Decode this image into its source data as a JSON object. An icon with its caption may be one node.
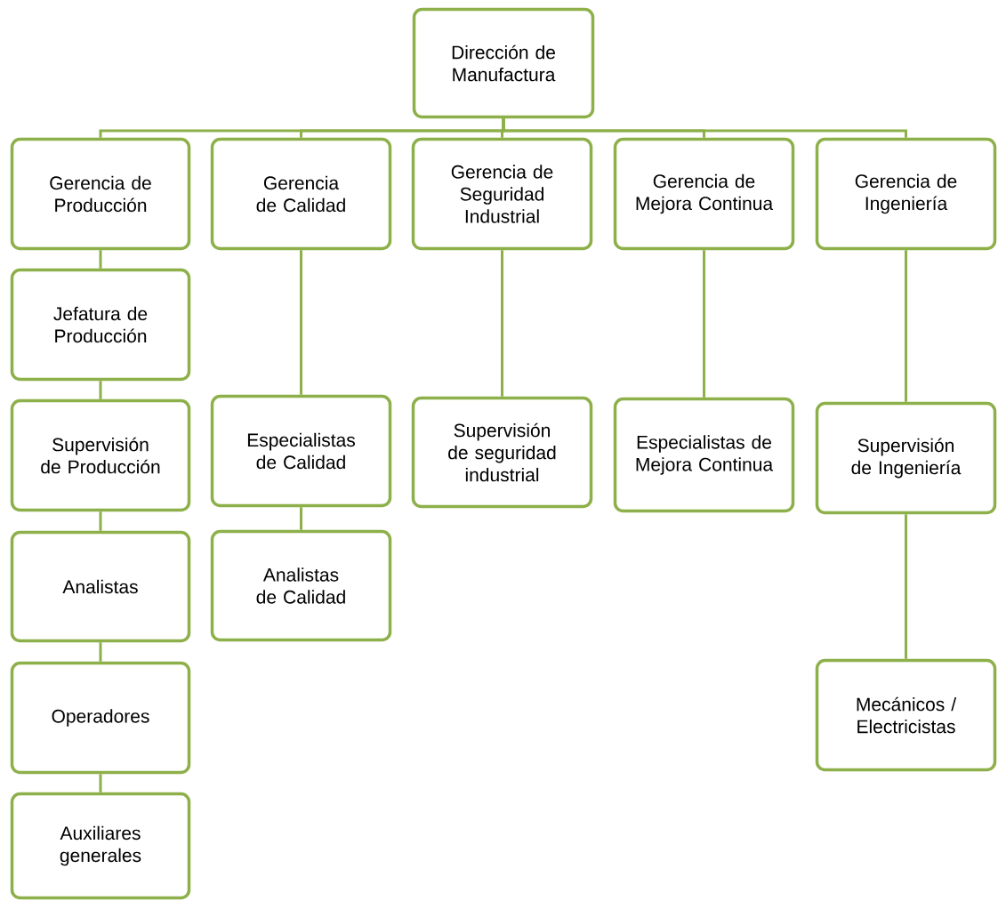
{
  "diagram": {
    "nodes": [
      {
        "text": [
          "Dirección de Manufactura"
        ]
      },
      {
        "text": [
          "Gerencia de Producción"
        ]
      },
      {
        "text": [
          "Gerencia de Calidad"
        ]
      },
      {
        "text": [
          "Gerencia de Seguridad Industrial"
        ]
      },
      {
        "text": [
          "Gerencia de Mejora Continua"
        ]
      },
      {
        "text": [
          "Gerencia de Ingeniería"
        ]
      },
      {
        "text": [
          "Jefatura de Producción"
        ]
      },
      {
        "text": [
          "Supervisión de Producción"
        ]
      },
      {
        "text": [
          "Analistas"
        ]
      },
      {
        "text": [
          "Operadores"
        ]
      },
      {
        "text": [
          "Auxiliares generales"
        ]
      },
      {
        "text": [
          "Especialistas de Calidad"
        ]
      },
      {
        "text": [
          "Analistas de Calidad"
        ]
      },
      {
        "text": [
          "Supervisión de seguridad industrial"
        ]
      },
      {
        "text": [
          "Especialistas de Mejora Continua"
        ]
      },
      {
        "text": [
          "Supervisión de Ingeniería"
        ]
      },
      {
        "text": [
          "Mecánicos / Electricistas"
        ]
      }
    ],
    "edges": [
      {
        "from": 0,
        "to": 1,
        "arrow": "none"
      },
      {
        "from": 0,
        "to": 2,
        "arrow": "none"
      },
      {
        "from": 0,
        "to": 3,
        "arrow": "none"
      },
      {
        "from": 0,
        "to": 4,
        "arrow": "none"
      },
      {
        "from": 0,
        "to": 5,
        "arrow": "none"
      },
      {
        "from": 1,
        "to": 6,
        "arrow": "none"
      },
      {
        "from": 6,
        "to": 7,
        "arrow": "none"
      },
      {
        "from": 7,
        "to": 8,
        "arrow": "none"
      },
      {
        "from": 8,
        "to": 9,
        "arrow": "none"
      },
      {
        "from": 9,
        "to": 10,
        "arrow": "none"
      },
      {
        "from": 2,
        "to": 11,
        "arrow": "none"
      },
      {
        "from": 11,
        "to": 12,
        "arrow": "none"
      },
      {
        "from": 3,
        "to": 13,
        "arrow": "none"
      },
      {
        "from": 4,
        "to": 14,
        "arrow": "none"
      },
      {
        "from": 5,
        "to": 15,
        "arrow": "none"
      },
      {
        "from": 15,
        "to": 16,
        "arrow": "none"
      }
    ]
  }
}
